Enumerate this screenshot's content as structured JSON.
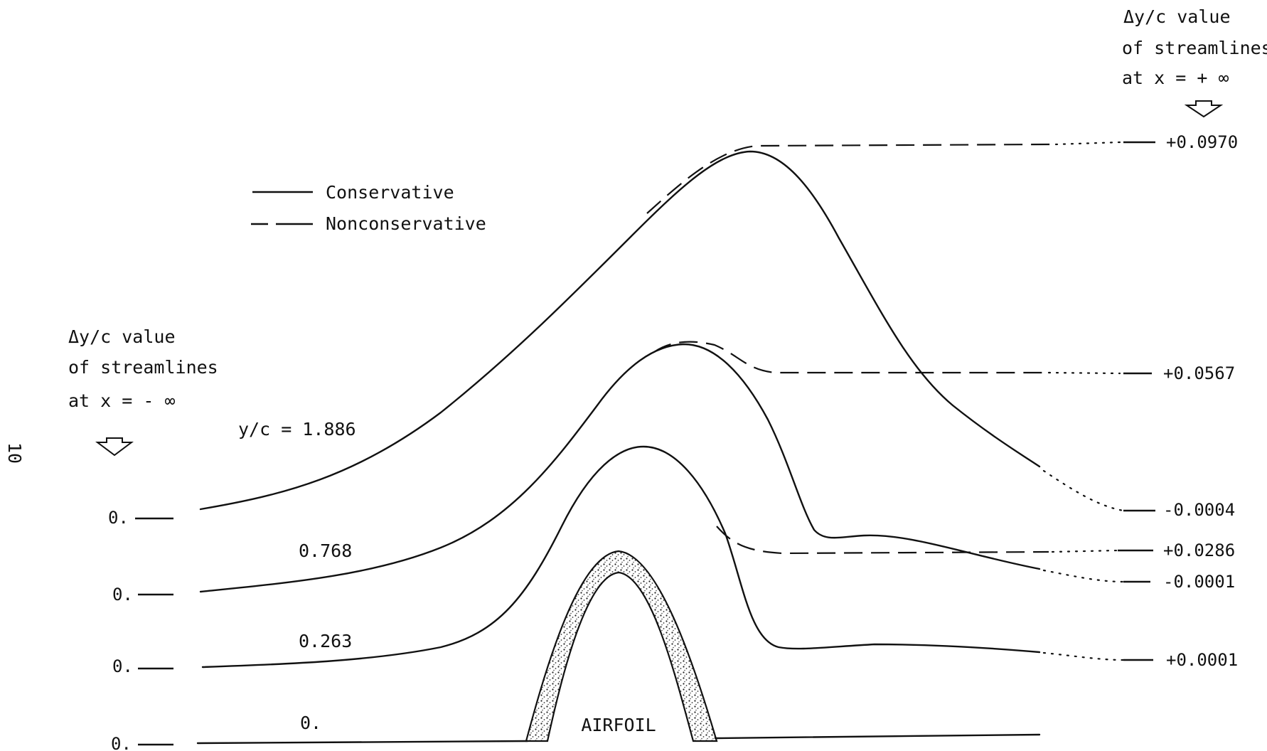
{
  "page_number": "10",
  "legend": {
    "conservative": "Conservative",
    "nonconservative": "Nonconservative"
  },
  "left_header": {
    "line1": "Δy/c value",
    "line2": "of streamlines",
    "line3": "at  x = - ∞"
  },
  "right_header": {
    "line1": "Δy/c value",
    "line2": "of streamlines",
    "line3": "at  x = + ∞"
  },
  "streamlines": [
    {
      "label": "y/c = 1.886",
      "upstream": "0.",
      "conservative_downstream": "-0.0004",
      "nonconservative_downstream": "+0.0970"
    },
    {
      "label": "0.768",
      "upstream": "0.",
      "conservative_downstream": "-0.0001",
      "nonconservative_downstream": "+0.0567"
    },
    {
      "label": "0.263",
      "upstream": "0.",
      "conservative_downstream": "+0.0001",
      "nonconservative_downstream": "+0.0286"
    },
    {
      "label": "0.",
      "upstream": "0."
    }
  ],
  "airfoil_label": "AIRFOIL"
}
